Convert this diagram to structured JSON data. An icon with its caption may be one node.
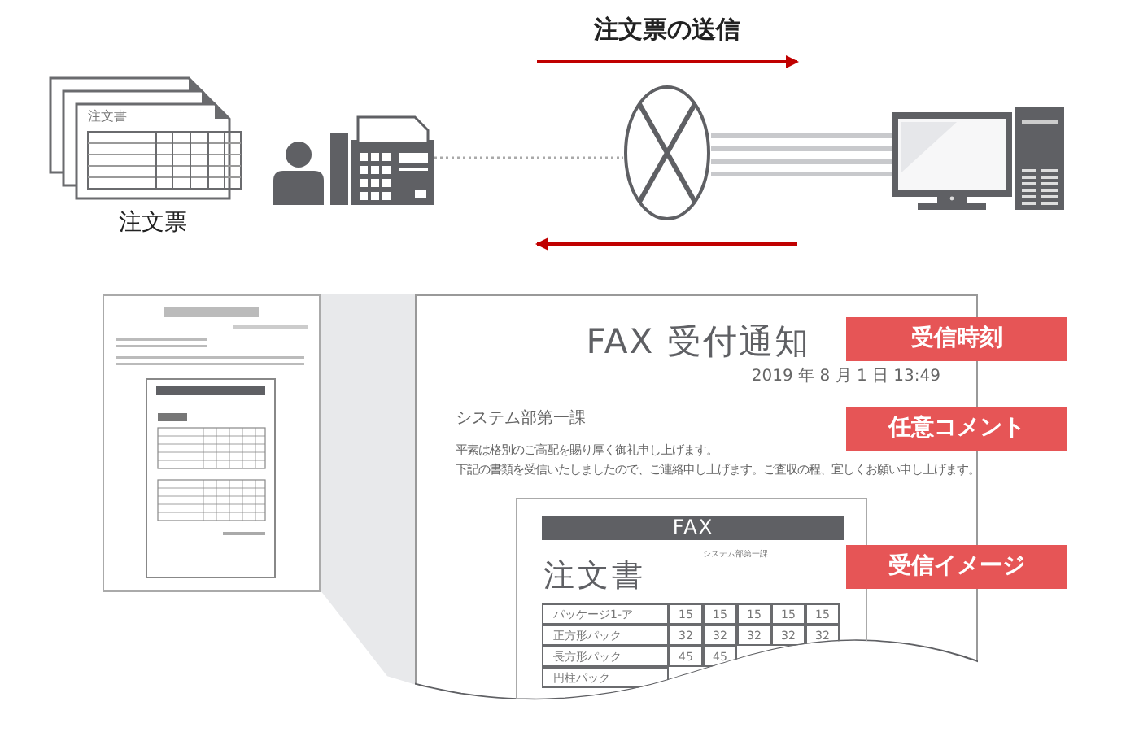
{
  "diagram": {
    "title": "注文票の送信",
    "nodes": [
      {
        "text": [
          "注文書"
        ],
        "beside": [
          "注文票"
        ]
      },
      {
        "text": [],
        "shape": "person"
      },
      {
        "text": [],
        "shape": "picture"
      },
      {
        "text": [],
        "shape": "circle"
      },
      {
        "text": [],
        "shape": "picture"
      },
      {
        "text": [],
        "shape": "picture"
      },
      {
        "text": [
          "FAX 受付通知",
          "2019 年 8 月 1 日 13:49",
          "システム部第一課",
          "平素は格別のご高配を賜り厚く御礼申し上げます。",
          "下記の書類を受信いたしましたので、ご連絡申し上げます。ご査収の程、宜しくお願い申し上げます。"
        ]
      },
      {
        "text": [
          "FAX",
          "システム部第一課",
          "注文書"
        ],
        "in": 6
      },
      {
        "text": [
          "受信時刻"
        ]
      },
      {
        "text": [
          "任意コメント"
        ]
      },
      {
        "text": [
          "受信イメージ"
        ]
      }
    ],
    "edges": [
      {
        "from": 2,
        "to": 3,
        "arrow": "none",
        "style": "dashed"
      },
      {
        "from": 3,
        "to": 4,
        "arrow": "none",
        "style": "thick"
      }
    ],
    "labels": [
      "パッケージ1-ア",
      "15",
      "15",
      "15",
      "15",
      "15",
      "正方形パック",
      "32",
      "32",
      "32",
      "32",
      "32",
      "長方形パック",
      "45",
      "45",
      "円柱パック"
    ]
  }
}
